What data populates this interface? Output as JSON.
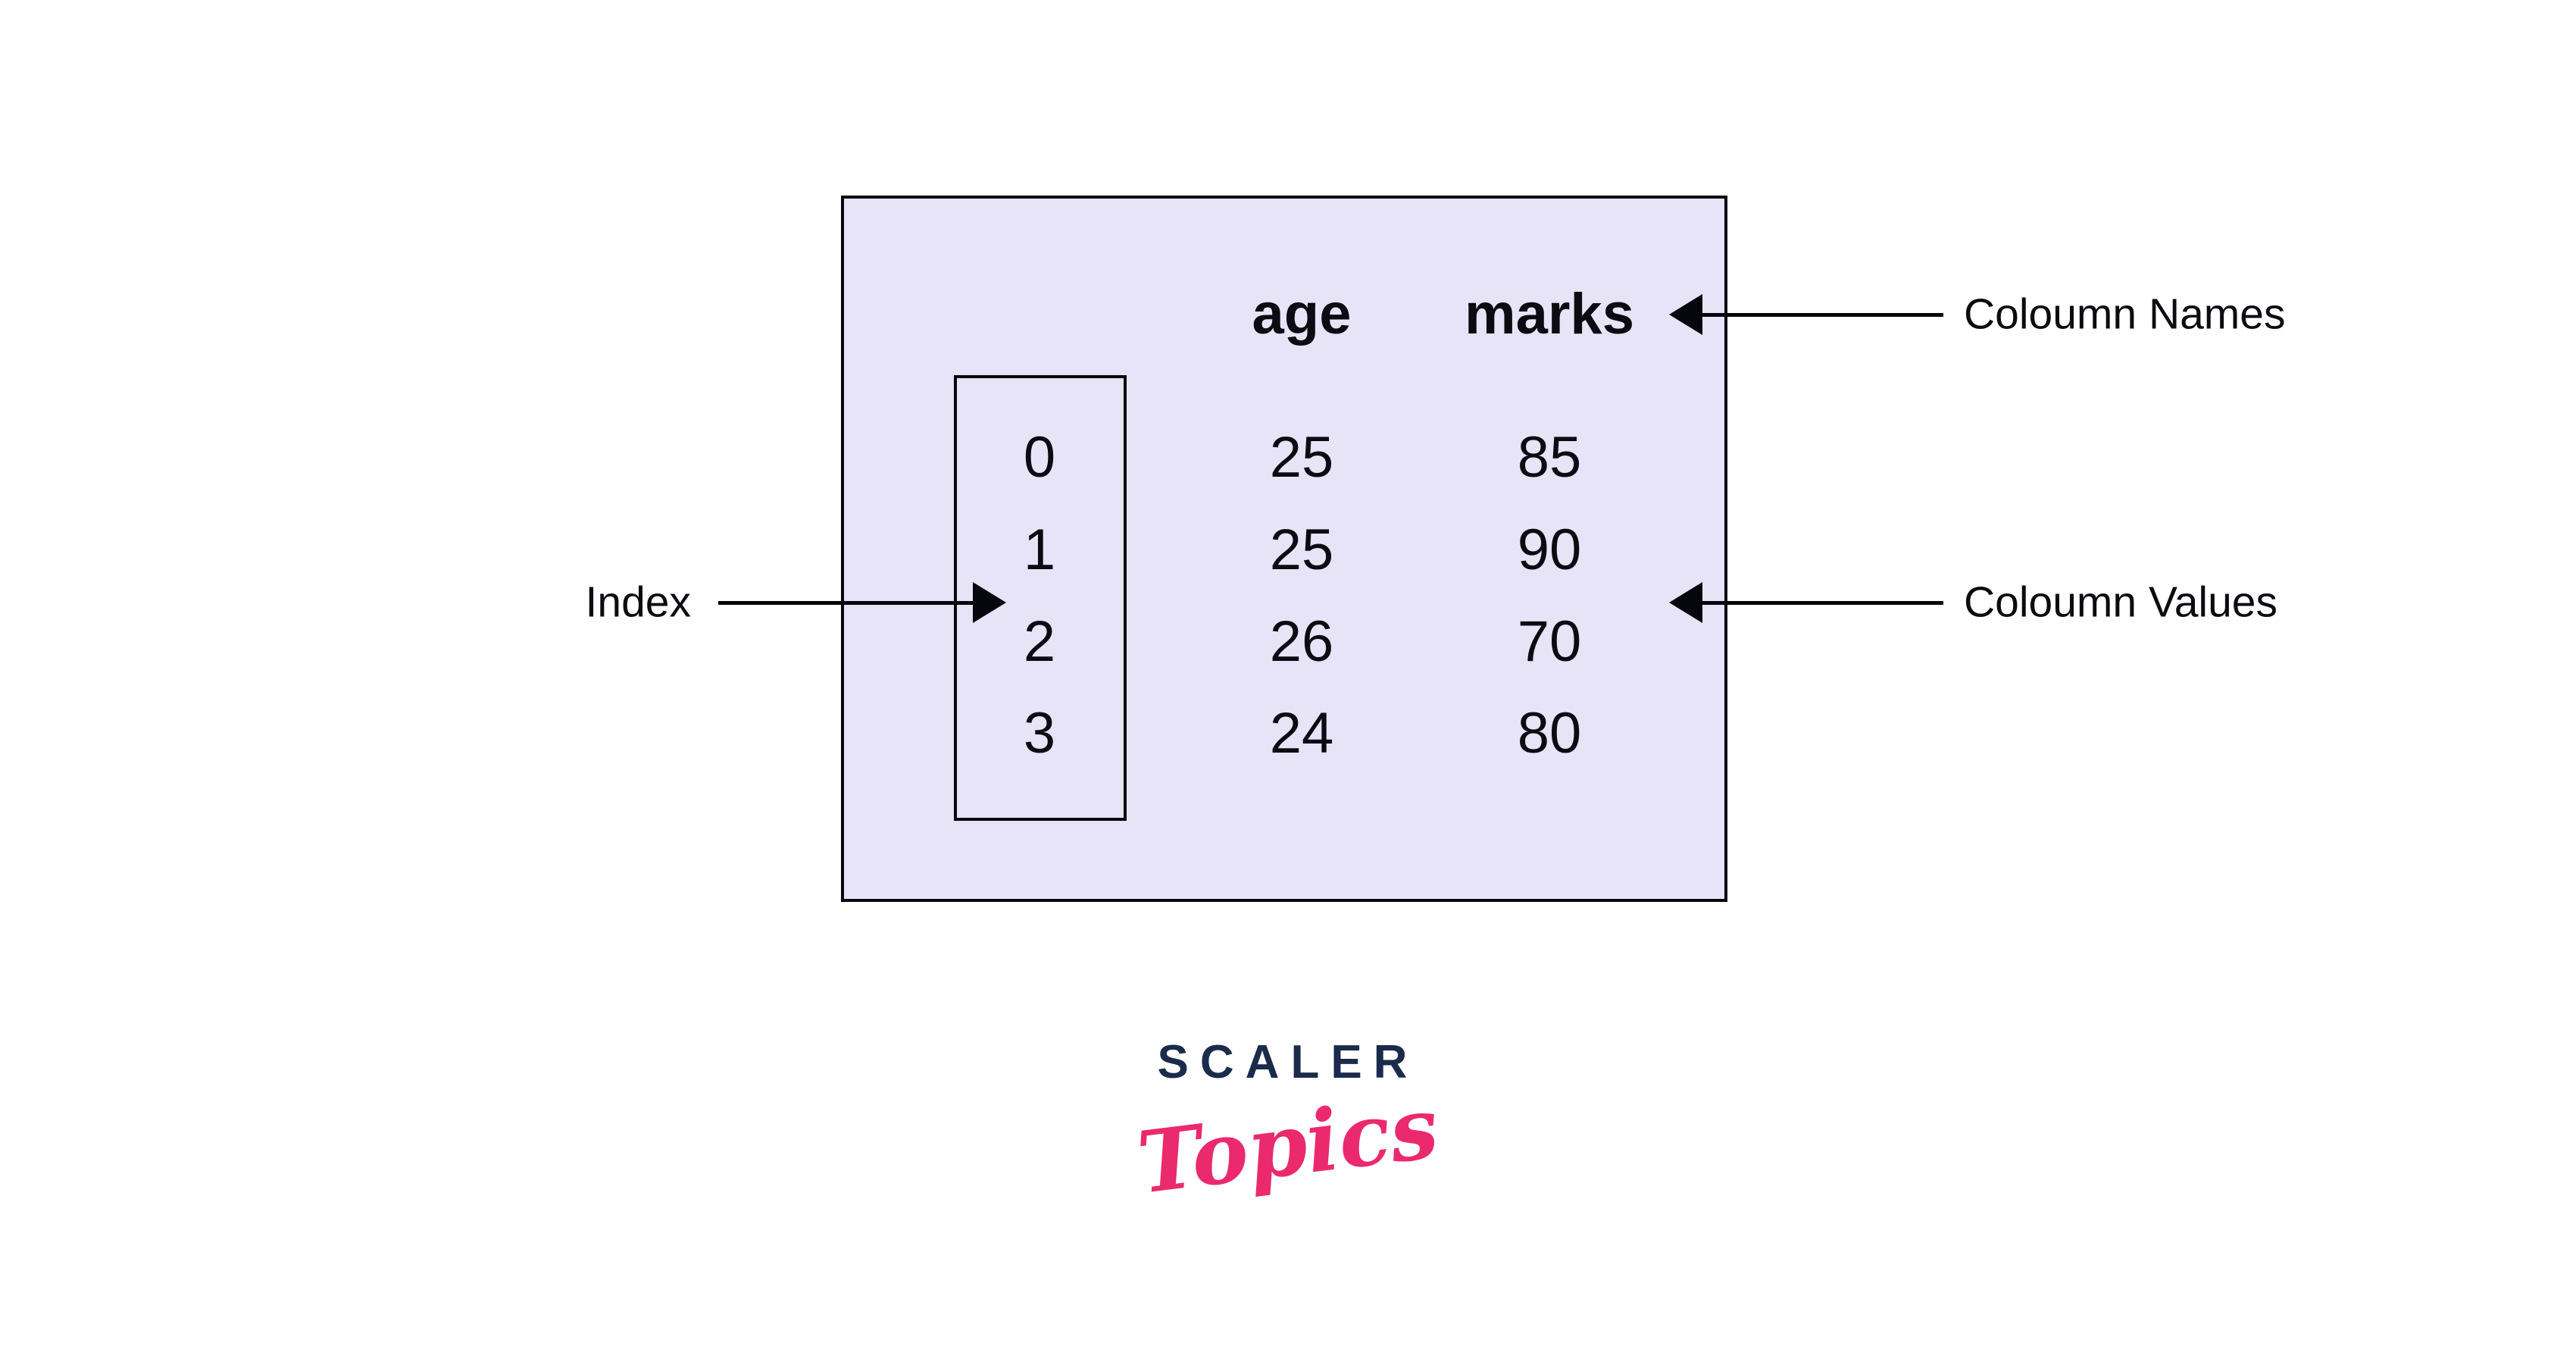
{
  "diagram": {
    "table": {
      "columns": [
        "age",
        "marks"
      ],
      "index": [
        "0",
        "1",
        "2",
        "3"
      ],
      "rows": [
        [
          "25",
          "85"
        ],
        [
          "25",
          "90"
        ],
        [
          "26",
          "70"
        ],
        [
          "24",
          "80"
        ]
      ]
    },
    "annotations": {
      "index_label": "Index",
      "column_names_label": "Coloumn Names",
      "column_values_label": "Coloumn Values"
    },
    "colors": {
      "panel_fill": "#e7e4f8",
      "line_color": "#06060d",
      "logo_navy": "#1b2b4b",
      "logo_pink": "#ea2a6d"
    }
  },
  "logo": {
    "brand": "SCALER",
    "sub_brand": "Topics"
  }
}
